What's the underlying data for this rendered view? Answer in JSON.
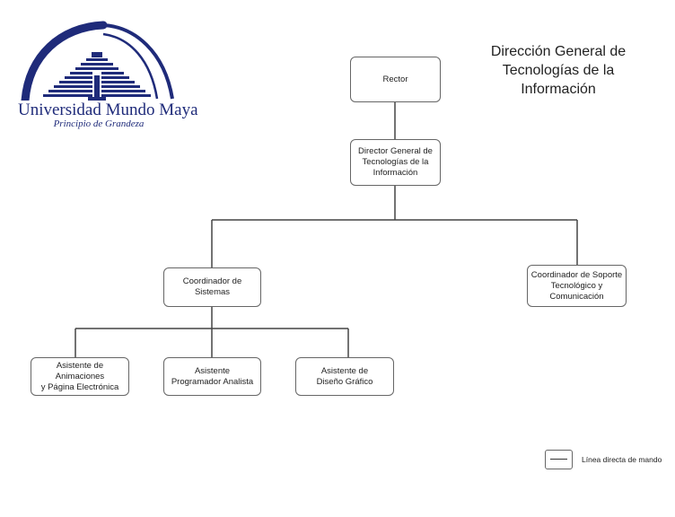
{
  "logo": {
    "name": "Universidad Mundo Maya",
    "motto": "Principio de Grandeza",
    "color": "#1f2b7a"
  },
  "title": {
    "lines": [
      "Dirección General de",
      "Tecnologías de la",
      "Información"
    ]
  },
  "nodes": {
    "rector": {
      "lines": [
        "Rector"
      ]
    },
    "director": {
      "lines": [
        "Director General de",
        "Tecnologías de la",
        "Información"
      ]
    },
    "coord_sistemas": {
      "lines": [
        "Coordinador de",
        "Sistemas"
      ]
    },
    "coord_soporte": {
      "lines": [
        "Coordinador de Soporte",
        "Tecnológico y",
        "Comunicación"
      ]
    },
    "asist_animaciones": {
      "lines": [
        "Asistente de",
        "Animaciones",
        "y Página Electrónica"
      ]
    },
    "asist_programador": {
      "lines": [
        "Asistente",
        "Programador Analista"
      ]
    },
    "asist_diseno": {
      "lines": [
        "Asistente de",
        "Diseño Gráfico"
      ]
    }
  },
  "legend": {
    "label": "Línea directa de mando"
  }
}
